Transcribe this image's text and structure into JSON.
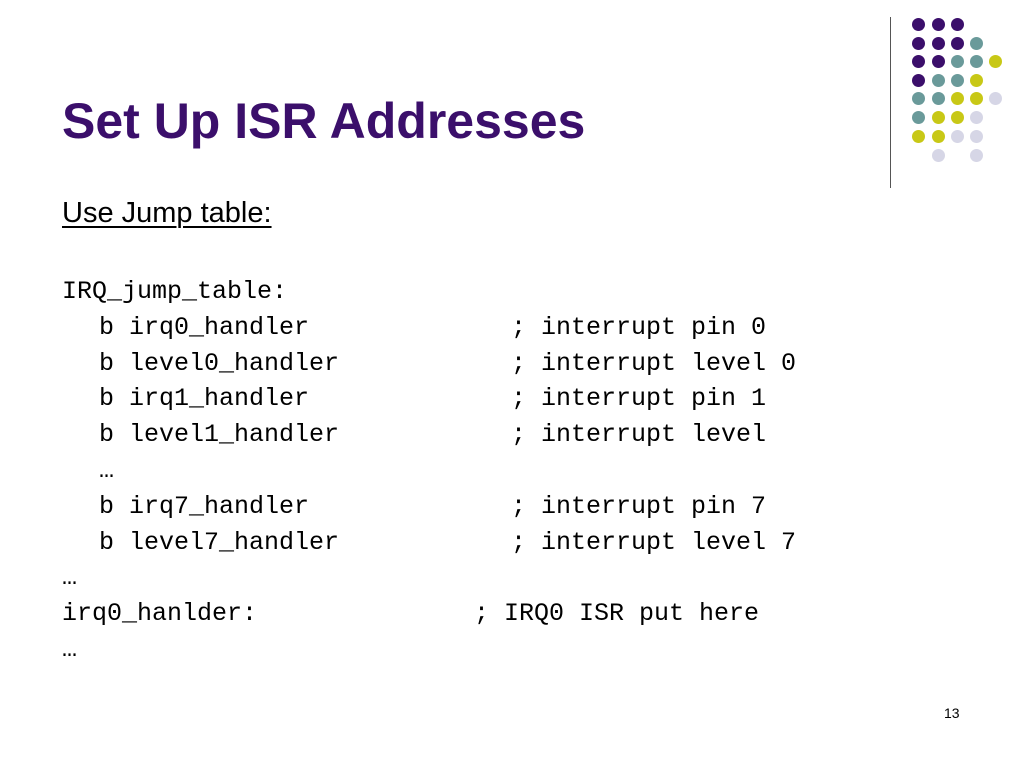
{
  "slide": {
    "title": "Set Up ISR Addresses",
    "subheading": "Use Jump table:",
    "page_number": "13"
  },
  "code_lines": [
    {
      "code": "IRQ_jump_table:",
      "comment": "",
      "indent": false
    },
    {
      "code": "b irq0_handler",
      "comment": "; interrupt pin 0",
      "indent": true
    },
    {
      "code": "b level0_handler",
      "comment": "; interrupt level 0",
      "indent": true
    },
    {
      "code": "b irq1_handler",
      "comment": "; interrupt pin 1",
      "indent": true
    },
    {
      "code": "b level1_handler",
      "comment": "; interrupt level",
      "indent": true
    },
    {
      "code": "…",
      "comment": "",
      "indent": true
    },
    {
      "code": "b irq7_handler",
      "comment": "; interrupt pin 7",
      "indent": true
    },
    {
      "code": "b level7_handler",
      "comment": "; interrupt level 7",
      "indent": true
    },
    {
      "code": "…",
      "comment": "",
      "indent": false
    },
    {
      "code": "irq0_hanlder:",
      "comment": "; IRQ0 ISR put here",
      "indent": false
    },
    {
      "code": "…",
      "comment": "",
      "indent": false
    }
  ],
  "theme_colors": {
    "title": "#3b0f6b",
    "purple": "#3b0f6b",
    "teal": "#6a9a9a",
    "yellow": "#c8c816",
    "lavender": "#d6d6e6"
  }
}
